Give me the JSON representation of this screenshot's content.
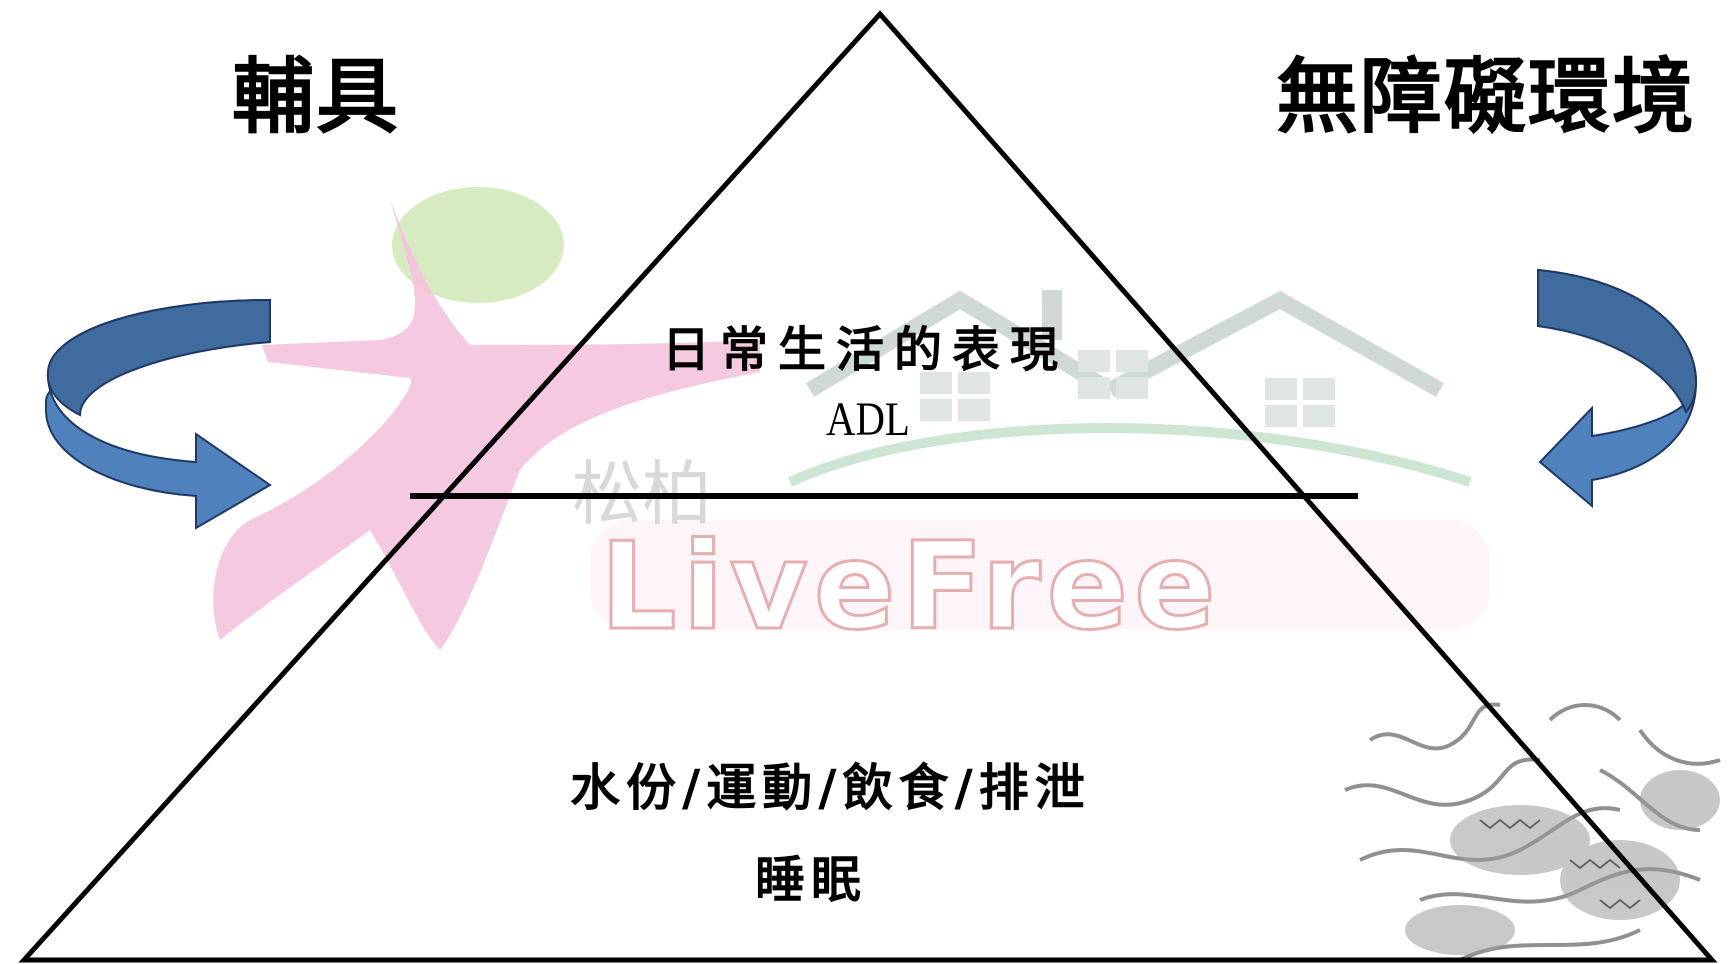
{
  "diagram": {
    "left_title": "輔具",
    "right_title": "無障礙環境",
    "top_tier": {
      "line1": "日常生活的表現",
      "line2": "ADL"
    },
    "bottom_tier": {
      "line1": "水份/運動/飲食/排泄",
      "line2": "睡眠"
    }
  },
  "watermark": {
    "text_cn": "松柏",
    "text_en": "LiveFree",
    "icon": "logo-person-and-houses",
    "colors": {
      "pink": "#f4c3dc",
      "green": "#d6ecc0",
      "gray_roof": "#cfd9d8",
      "green_arc": "#cde6d4",
      "letter_outline": "#e7aeb0"
    }
  },
  "decor": {
    "corner_art": "dragon-sketch",
    "arrow_color": "#4f81bd",
    "arrow_edge_color": "#1f3864"
  }
}
